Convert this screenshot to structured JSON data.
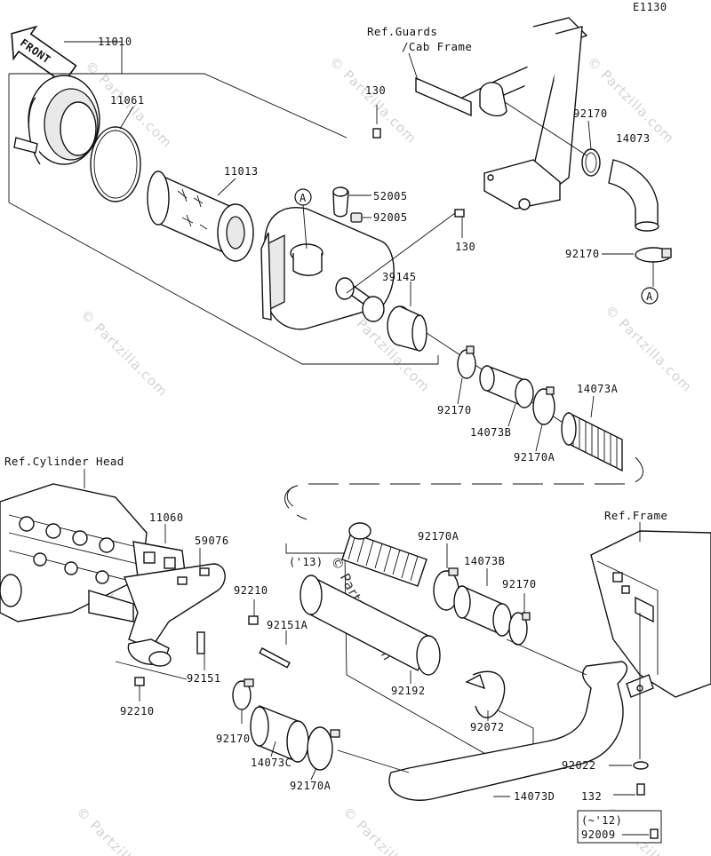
{
  "diagram_code": "E1130",
  "front_marker": "FRONT",
  "references": {
    "guards_line1": "Ref.Guards",
    "guards_line2": "/Cab Frame",
    "cylinder_head": "Ref.Cylinder Head",
    "frame": "Ref.Frame"
  },
  "callout_a": "A",
  "notes": {
    "serial_13": "('13)",
    "serial_12": "(~'12)"
  },
  "parts": {
    "p11010": "11010",
    "p11061": "11061",
    "p11013": "11013",
    "p130a": "130",
    "p130b": "130",
    "p52005": "52005",
    "p92005": "92005",
    "p39145": "39145",
    "p92170_top": "92170",
    "p14073": "14073",
    "p92170_mid": "92170",
    "p92170_b": "92170",
    "p14073B": "14073B",
    "p92170A": "92170A",
    "p14073A": "14073A",
    "p11060": "11060",
    "p59076": "59076",
    "p92210a": "92210",
    "p92151A": "92151A",
    "p92151": "92151",
    "p92210b": "92210",
    "p92170_c": "92170",
    "p14073C": "14073C",
    "p92170A_c": "92170A",
    "p92170A_r": "92170A",
    "p14073B_r": "14073B",
    "p92170_r": "92170",
    "p92192": "92192",
    "p92072": "92072",
    "p14073D": "14073D",
    "p92022": "92022",
    "p132": "132",
    "p92009": "92009"
  },
  "watermark": "© Partzilla.com"
}
